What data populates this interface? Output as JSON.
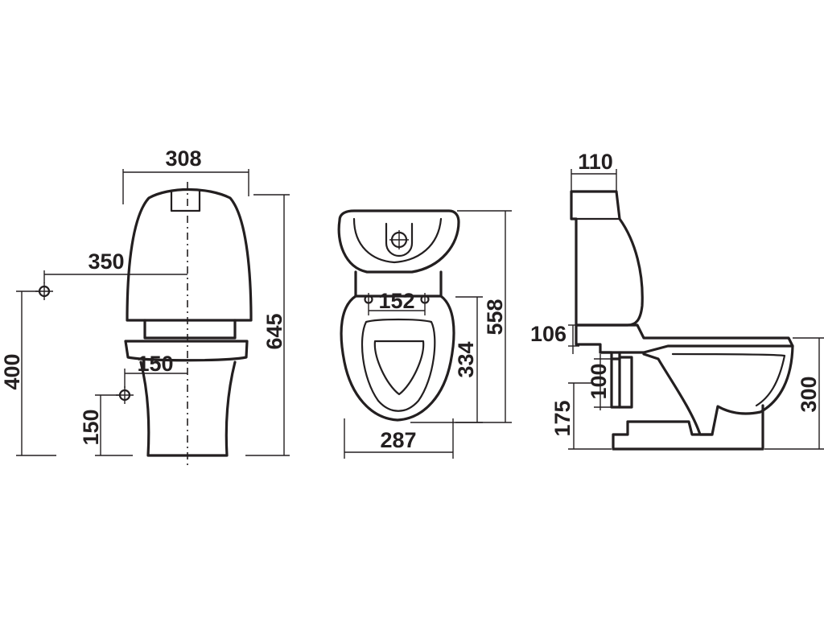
{
  "front_view": {
    "tank_width": "308",
    "overall_height": "645",
    "inlet_offset": "350",
    "inlet_height": "400",
    "outlet_offset": "150",
    "outlet_height": "150"
  },
  "top_view": {
    "seat_hole_spacing": "152",
    "total_length": "558",
    "bowl_length": "334",
    "width": "287"
  },
  "side_view": {
    "tank_depth": "110",
    "tank_offset": "106",
    "outlet_diameter": "100",
    "outlet_height": "175",
    "bowl_height": "300"
  },
  "colors": {
    "ink": "#231f20",
    "paper": "#ffffff"
  }
}
